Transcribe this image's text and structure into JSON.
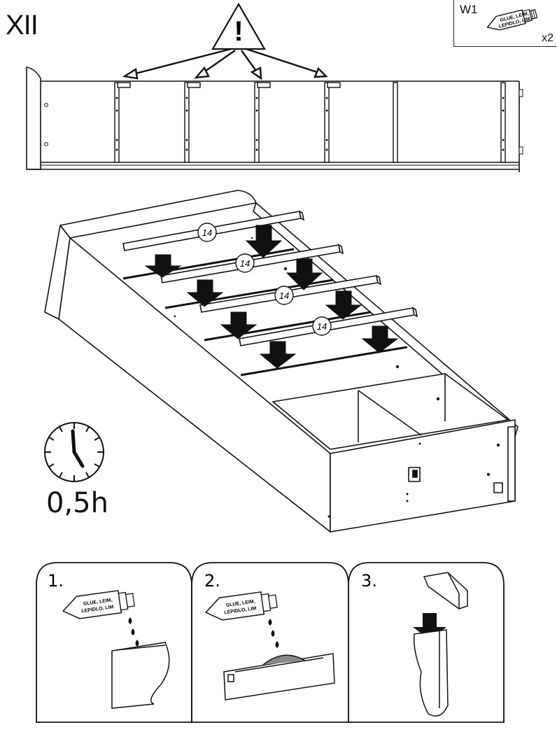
{
  "step": {
    "label": "XII"
  },
  "parts": {
    "id": "W1",
    "qty": "x2",
    "glue_line1": "GLUE, LEIM,",
    "glue_line2": "LEPIDLO, LIM"
  },
  "warning": {
    "symbol": "!"
  },
  "slats": {
    "part_number": "14"
  },
  "time": {
    "label": "0,5h"
  },
  "substeps": [
    {
      "num": "1.",
      "glue_line1": "GLUE, LEIM,",
      "glue_line2": "LEPIDLO, LIM"
    },
    {
      "num": "2.",
      "glue_line1": "GLUE, LEIM,",
      "glue_line2": "LEPIDLO, LIM"
    },
    {
      "num": "3."
    }
  ]
}
